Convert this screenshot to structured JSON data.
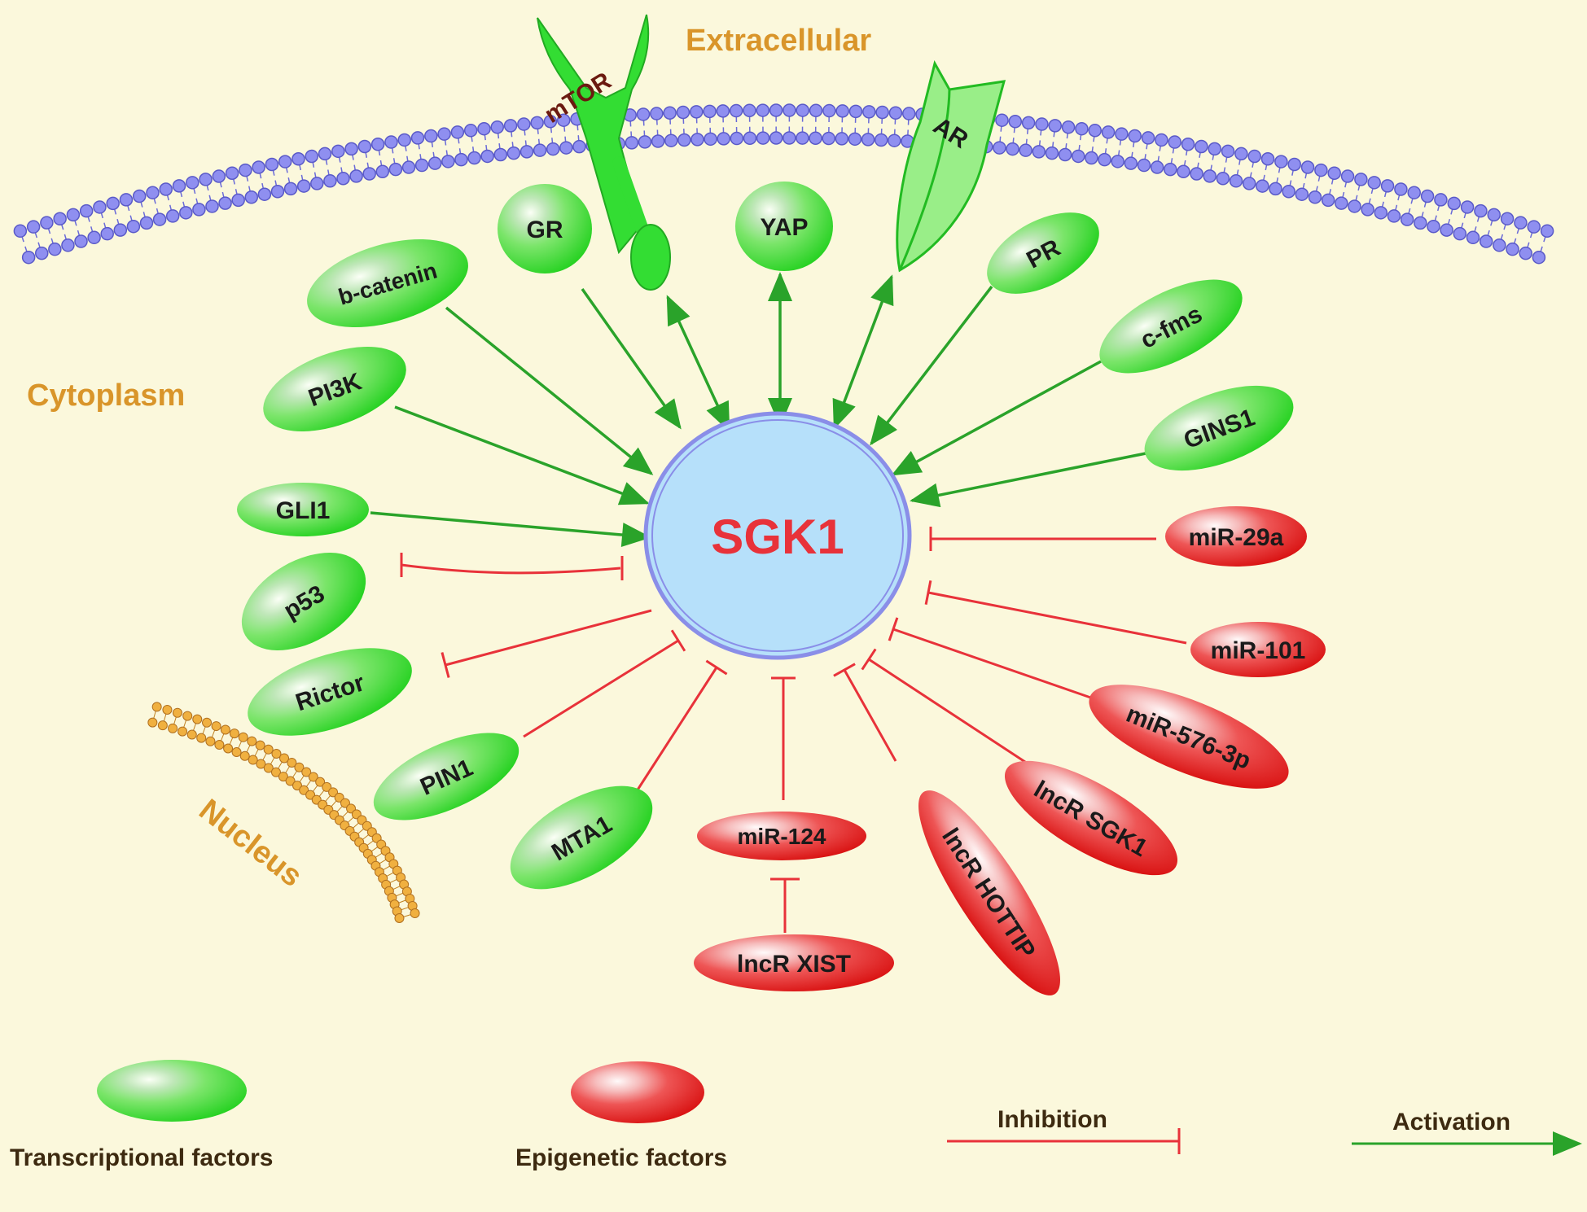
{
  "regions": {
    "extracellular": "Extracellular",
    "cytoplasm": "Cytoplasm",
    "nucleus": "Nucleus"
  },
  "center": {
    "label": "SGK1"
  },
  "colors": {
    "activation": "#2aa32a",
    "inhibition": "#e8323a",
    "center_fill": "#b6e0fa",
    "center_stroke": "#8a8ee8",
    "center_text": "#e8323a",
    "membrane": "#8f8ff0",
    "nucleus_membrane": "#f0b040",
    "transcriptional": "#33d433",
    "epigenetic": "#e01818"
  },
  "nodes": [
    {
      "id": "mtor",
      "label": "mTOR",
      "type": "transcriptional",
      "relation": "bidirectional"
    },
    {
      "id": "ar",
      "label": "AR",
      "type": "transcriptional",
      "relation": "bidirectional"
    },
    {
      "id": "gr",
      "label": "GR",
      "type": "transcriptional",
      "relation": "activation"
    },
    {
      "id": "yap",
      "label": "YAP",
      "type": "transcriptional",
      "relation": "bidirectional"
    },
    {
      "id": "pr",
      "label": "PR",
      "type": "transcriptional",
      "relation": "activation"
    },
    {
      "id": "bcatenin",
      "label": "b-catenin",
      "type": "transcriptional",
      "relation": "activation"
    },
    {
      "id": "cfms",
      "label": "c-fms",
      "type": "transcriptional",
      "relation": "activation"
    },
    {
      "id": "pi3k",
      "label": "PI3K",
      "type": "transcriptional",
      "relation": "activation"
    },
    {
      "id": "gins1",
      "label": "GINS1",
      "type": "transcriptional",
      "relation": "activation"
    },
    {
      "id": "gli1",
      "label": "GLI1",
      "type": "transcriptional",
      "relation": "activation"
    },
    {
      "id": "p53",
      "label": "p53",
      "type": "transcriptional",
      "relation": "mutual-inhibition"
    },
    {
      "id": "rictor",
      "label": "Rictor",
      "type": "transcriptional",
      "relation": "inhibited-by-sgk1"
    },
    {
      "id": "pin1",
      "label": "PIN1",
      "type": "transcriptional",
      "relation": "inhibition"
    },
    {
      "id": "mta1",
      "label": "MTA1",
      "type": "transcriptional",
      "relation": "inhibition"
    },
    {
      "id": "mir29a",
      "label": "miR-29a",
      "type": "epigenetic",
      "relation": "inhibition"
    },
    {
      "id": "mir101",
      "label": "miR-101",
      "type": "epigenetic",
      "relation": "inhibition"
    },
    {
      "id": "mir576",
      "label": "miR-576-3p",
      "type": "epigenetic",
      "relation": "inhibition"
    },
    {
      "id": "lncsgk1",
      "label": "lncR SGK1",
      "type": "epigenetic",
      "relation": "inhibition"
    },
    {
      "id": "lnchottip",
      "label": "lncR HOTTIP",
      "type": "epigenetic",
      "relation": "inhibition"
    },
    {
      "id": "mir124",
      "label": "miR-124",
      "type": "epigenetic",
      "relation": "inhibition"
    },
    {
      "id": "lncxist",
      "label": "lncR XIST",
      "type": "epigenetic",
      "relation": "inhibits miR-124"
    }
  ],
  "legend": {
    "transcriptional": "Transcriptional factors",
    "epigenetic": "Epigenetic factors",
    "inhibition": "Inhibition",
    "activation": "Activation"
  }
}
